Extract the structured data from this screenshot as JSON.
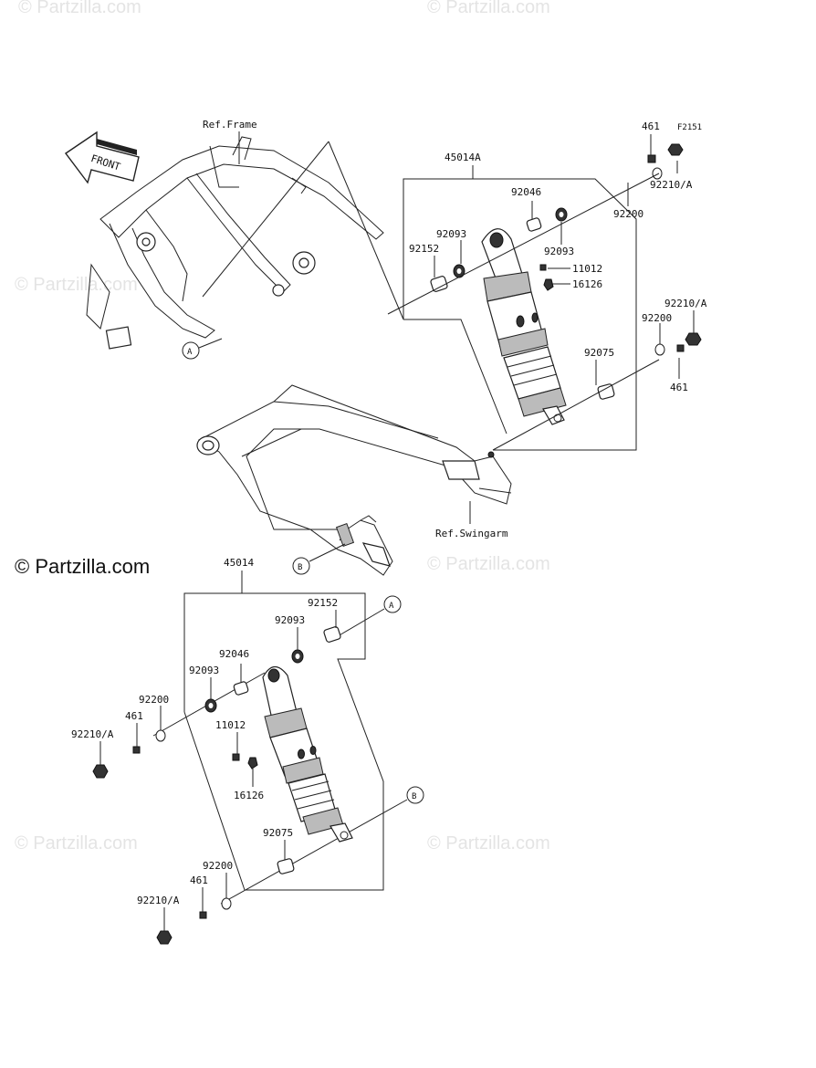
{
  "diagram_id": "F2151",
  "watermark": "© Partzilla.com",
  "brand": "© Partzilla.com",
  "front_label": "FRONT",
  "ref_frame": "Ref.Frame",
  "ref_swingarm": "Ref.Swingarm",
  "callouts": {
    "a": "A",
    "b": "B"
  },
  "upper_assembly": {
    "part_number": "45014A",
    "labels": {
      "p461_top": "461",
      "p92210a_top": "92210/A",
      "p92200_top": "92200",
      "p92046": "92046",
      "p92093_left": "92093",
      "p92093_right": "92093",
      "p92152": "92152",
      "p11012": "11012",
      "p16126": "16126",
      "p92210a_bot": "92210/A",
      "p92200_bot": "92200",
      "p92075": "92075",
      "p461_bot": "461"
    }
  },
  "lower_assembly": {
    "part_number": "45014",
    "labels": {
      "p92152": "92152",
      "p92093_top": "92093",
      "p92046": "92046",
      "p92093_left": "92093",
      "p92200_top": "92200",
      "p461_top": "461",
      "p92210a_top": "92210/A",
      "p11012": "11012",
      "p16126": "16126",
      "p92075": "92075",
      "p92200_bot": "92200",
      "p461_bot": "461",
      "p92210a_bot": "92210/A"
    }
  }
}
